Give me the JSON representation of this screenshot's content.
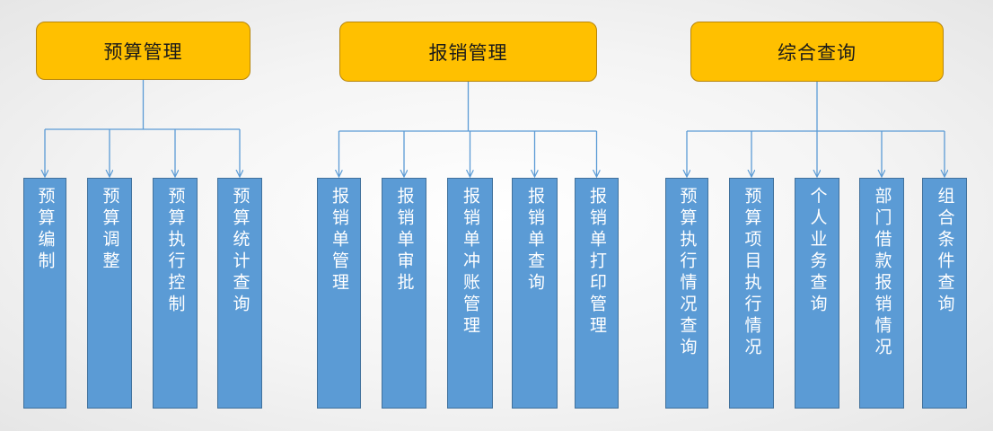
{
  "groups": [
    {
      "title": "预算管理",
      "items": [
        "预算编制",
        "预算调整",
        "预算执行控制",
        "预算统计查询"
      ]
    },
    {
      "title": "报销管理",
      "items": [
        "报销单管理",
        "报销单审批",
        "报销单冲账管理",
        "报销单查询",
        "报销单打印管理"
      ]
    },
    {
      "title": "综合查询",
      "items": [
        "预算执行情况查询",
        "预算项目执行情况",
        "个人业务查询",
        "部门借款报销情况",
        "组合条件查询"
      ]
    }
  ],
  "colors": {
    "header_fill": "#ffc000",
    "header_border": "#b8860b",
    "leaf_fill": "#5b9bd5",
    "leaf_border": "#41719c",
    "connector": "#5b9bd5"
  }
}
